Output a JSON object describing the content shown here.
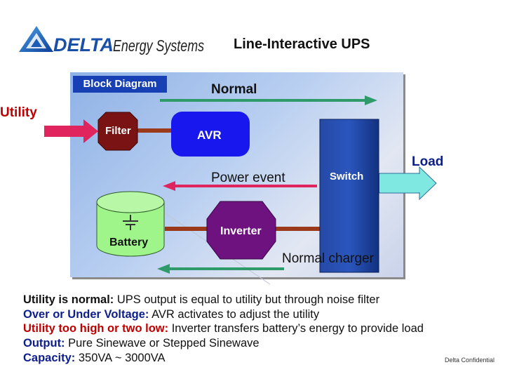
{
  "header": {
    "logo_brand": "DELTA",
    "logo_tagline": "Energy Systems",
    "title": "Line-Interactive UPS"
  },
  "diagram": {
    "tag": "Block Diagram",
    "labels": {
      "normal": "Normal",
      "utility": "Utility",
      "filter": "Filter",
      "avr": "AVR",
      "load": "Load",
      "power_event": "Power event",
      "switch": "Switch",
      "inverter": "Inverter",
      "battery": "Battery",
      "normal_charger": "Normal charger"
    }
  },
  "notes": [
    {
      "key": "Utility is normal:",
      "text": " UPS output is equal to utility but through noise filter"
    },
    {
      "key": "Over or Under Voltage:",
      "text": " AVR activates to adjust the utility"
    },
    {
      "key": "Utility too high or two low:",
      "text": " Inverter transfers battery’s energy to provide load"
    },
    {
      "key": "Output:",
      "text": " Pure Sinewave or Stepped Sinewave"
    },
    {
      "key": "Capacity:",
      "text": " 350VA ~ 3000VA"
    }
  ],
  "footer": {
    "confidential": "Delta Confidential"
  },
  "colors": {
    "brand_blue": "#1a4fa8",
    "arrow_green": "#2f9b6a",
    "arrow_red": "#e0245e",
    "filter_fill": "#7a1313",
    "avr_fill": "#1818ee",
    "switch_fill": "#1d3f9c",
    "inverter_fill": "#6e1280",
    "battery_fill": "#9ff48a",
    "load_arrow_fill": "#7fe8e0",
    "connector_brown": "#9a3a1a",
    "key_red": "#c00000",
    "key_blue": "#0d1e8c"
  }
}
